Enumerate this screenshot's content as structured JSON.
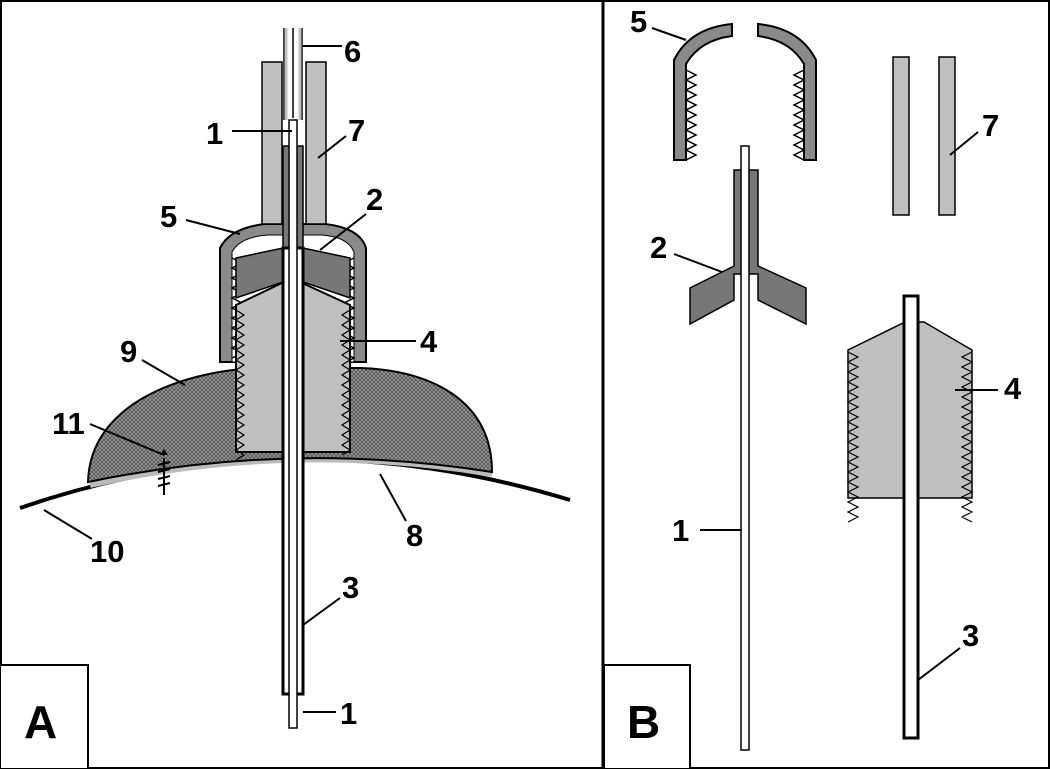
{
  "panels": [
    {
      "id": "A",
      "label": "A"
    },
    {
      "id": "B",
      "label": "B"
    }
  ],
  "labels_a": {
    "n6": "6",
    "n1_top": "1",
    "n7": "7",
    "n5": "5",
    "n2": "2",
    "n4": "4",
    "n9": "9",
    "n11": "11",
    "n10": "10",
    "n8": "8",
    "n3": "3",
    "n1_bottom": "1"
  },
  "labels_b": {
    "n5": "5",
    "n7": "7",
    "n2": "2",
    "n4": "4",
    "n1": "1",
    "n3": "3"
  },
  "colors": {
    "dark_part": "#777777",
    "light_part": "#c0c0c0",
    "dome_fill": "#888888",
    "outline": "#000000",
    "background": "#ffffff"
  }
}
